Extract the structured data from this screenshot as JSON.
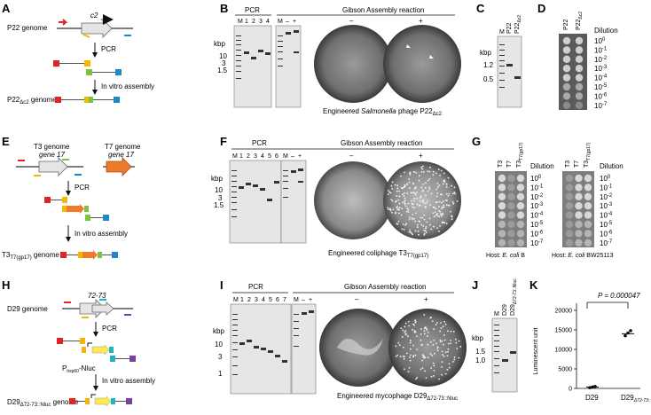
{
  "panels": {
    "A": {
      "letter": "A",
      "genome": "P22 genome",
      "gene": "c2",
      "pcr": "PCR",
      "assembly": "In vitro assembly",
      "product": "P22",
      "product_sub": "Δc2",
      "product_suffix": " genome"
    },
    "B": {
      "letter": "B",
      "pcr": "PCR",
      "gibson": "Gibson Assembly reaction",
      "kbp": "kbp",
      "ladder_ticks": [
        "10",
        "3",
        "1.5"
      ],
      "lanes": [
        "M",
        "1",
        "2",
        "3",
        "4"
      ],
      "lanes2": [
        "M",
        "–",
        "+"
      ],
      "minus": "–",
      "plus": "+",
      "caption_pre": "Engineered ",
      "caption_italic": "Salmonella",
      "caption_post": " phage P22",
      "caption_sub": "Δc2"
    },
    "C": {
      "letter": "C",
      "kbp": "kbp",
      "ladder_ticks": [
        "1.2",
        "0.5"
      ],
      "lanes": [
        "M",
        "P22",
        "P22"
      ],
      "lane_sub": "Δc2"
    },
    "D": {
      "letter": "D",
      "lanes": [
        "P22",
        "P22"
      ],
      "lane_sub": "Δc2",
      "dilution": "Dilution",
      "dilutions": [
        "10",
        "10",
        "10",
        "10",
        "10",
        "10",
        "10",
        "10"
      ],
      "exps": [
        "0",
        "-1",
        "-2",
        "-3",
        "-4",
        "-5",
        "-6",
        "-7"
      ]
    },
    "E": {
      "letter": "E",
      "genome1": "T3 genome",
      "gene1": "gene 17",
      "genome2": "T7 genome",
      "gene2": "gene 17",
      "pcr": "PCR",
      "assembly": "In vitro assembly",
      "product": "T3",
      "product_sub": "T7(gp17)",
      "product_suffix": " genome"
    },
    "F": {
      "letter": "F",
      "pcr": "PCR",
      "gibson": "Gibson Assembly reaction",
      "kbp": "kbp",
      "ladder_ticks": [
        "10",
        "3",
        "1.5"
      ],
      "lanes": [
        "M",
        "1",
        "2",
        "3",
        "4",
        "5",
        "6"
      ],
      "lanes2": [
        "M",
        "–",
        "+"
      ],
      "minus": "–",
      "plus": "+",
      "caption": "Engineered coliphage T3",
      "caption_sub": "T7(gp17)"
    },
    "G": {
      "letter": "G",
      "lanes": [
        "T3",
        "T7",
        "T3"
      ],
      "lane_sub": "T7(gp17)",
      "dilution": "Dilution",
      "dilutions": [
        "10",
        "10",
        "10",
        "10",
        "10",
        "10",
        "10",
        "10"
      ],
      "exps": [
        "0",
        "-1",
        "-2",
        "-3",
        "-4",
        "-5",
        "-6",
        "-7"
      ],
      "host1_pre": "Host: ",
      "host1_italic": "E. coli",
      "host1_post": " B",
      "host2_pre": "Host: ",
      "host2_italic": "E. coli",
      "host2_post": " BW25113"
    },
    "H": {
      "letter": "H",
      "genome": "D29 genome",
      "gene": "72-73",
      "pcr": "PCR",
      "promoter": "P",
      "promoter_sub": "hsp60",
      "promoter_suffix": "-Nluc",
      "assembly": "In vitro assembly",
      "product": "D29",
      "product_sub": "Δ72-73::Nluc",
      "product_suffix": " genome"
    },
    "I": {
      "letter": "I",
      "pcr": "PCR",
      "gibson": "Gibson Assembly reaction",
      "kbp": "kbp",
      "ladder_ticks": [
        "10",
        "3",
        "1"
      ],
      "lanes": [
        "M",
        "1",
        "2",
        "3",
        "4",
        "5",
        "6",
        "7"
      ],
      "lanes2": [
        "M",
        "–",
        "+"
      ],
      "minus": "–",
      "plus": "+",
      "caption": "Engineered mycophage D29",
      "caption_sub": "Δ72-73::Nluc"
    },
    "J": {
      "letter": "J",
      "kbp": "kbp",
      "ladder_ticks": [
        "1.5",
        "1.0"
      ],
      "lanes": [
        "M",
        "D29",
        "D29"
      ],
      "lane_sub": "Δ72-73::Nluc"
    },
    "K": {
      "letter": "K",
      "pvalue": "P = 0.000047"
    }
  },
  "chart_data": {
    "type": "scatter",
    "ylabel": "Luminescent unit",
    "ylim": [
      0,
      20000
    ],
    "yticks": [
      "0",
      "5000",
      "10000",
      "15000",
      "20000"
    ],
    "yticks_values": [
      0,
      5000,
      10000,
      15000,
      20000
    ],
    "categories": [
      "D29",
      "D29"
    ],
    "category_subs": [
      "",
      "Δ72-73::Nluc"
    ],
    "series": [
      {
        "values": [
          [
            200,
            350,
            500
          ],
          [
            13500,
            14200,
            14800
          ]
        ]
      }
    ],
    "means": [
      350,
      14000
    ]
  },
  "colors": {
    "red": "#e02323",
    "yellow": "#f2b705",
    "green": "#7cc142",
    "blue": "#1e88c9",
    "orange": "#ee7a2a",
    "cyan": "#1fb3c4",
    "purple": "#7b3fa1",
    "gray": "#b8b8b8"
  }
}
